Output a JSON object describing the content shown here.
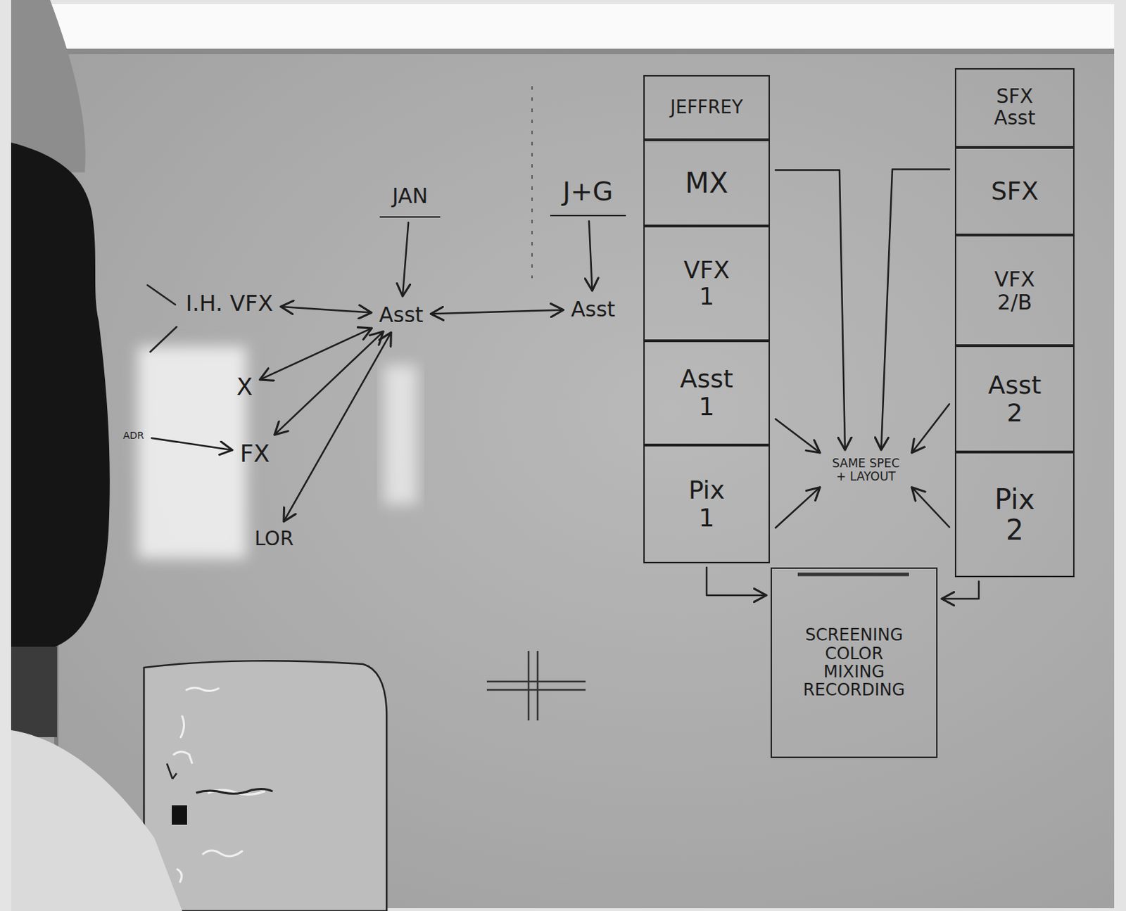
{
  "diagram": {
    "nodes": [
      {
        "text": [
          "JAN"
        ]
      },
      {
        "text": [
          "J+G"
        ]
      },
      {
        "text": [
          "I.H. VFX"
        ]
      },
      {
        "text": [
          "Asst"
        ]
      },
      {
        "text": [
          "Asst"
        ]
      },
      {
        "text": [
          "ADR"
        ]
      },
      {
        "text": [
          "X"
        ]
      },
      {
        "text": [
          "FX"
        ]
      },
      {
        "text": [
          "LOR"
        ]
      },
      {
        "text": [
          "JEFFREY"
        ]
      },
      {
        "text": [
          "MX"
        ]
      },
      {
        "text": [
          "VFX 1"
        ]
      },
      {
        "text": [
          "Asst 1"
        ]
      },
      {
        "text": [
          "Pix 1"
        ]
      },
      {
        "text": [
          "SFX Asst"
        ]
      },
      {
        "text": [
          "SFX"
        ]
      },
      {
        "text": [
          "VFX 2/B"
        ]
      },
      {
        "text": [
          "Asst 2"
        ]
      },
      {
        "text": [
          "Pix 2"
        ]
      },
      {
        "text": [
          "SAME SPEC + LAYOUT"
        ]
      },
      {
        "text": [
          "SCREENING COLOR MIXING RECORDING"
        ]
      }
    ],
    "edges": [
      {
        "from": 0,
        "to": 3,
        "arrow": "to"
      },
      {
        "from": 1,
        "to": 4,
        "arrow": "to"
      },
      {
        "from": 2,
        "to": 3,
        "arrow": "both"
      },
      {
        "from": 3,
        "to": 4,
        "arrow": "both"
      },
      {
        "from": 3,
        "to": 6,
        "arrow": "both"
      },
      {
        "from": 3,
        "to": 7,
        "arrow": "both"
      },
      {
        "from": 3,
        "to": 8,
        "arrow": "both"
      },
      {
        "from": 5,
        "to": 7,
        "arrow": "to"
      },
      {
        "from": 10,
        "to": 19,
        "arrow": "to"
      },
      {
        "from": 15,
        "to": 19,
        "arrow": "to"
      },
      {
        "from": 12,
        "to": 19,
        "arrow": "to"
      },
      {
        "from": 17,
        "to": 19,
        "arrow": "to"
      },
      {
        "from": 13,
        "to": 19,
        "arrow": "to"
      },
      {
        "from": 18,
        "to": 19,
        "arrow": "to"
      },
      {
        "from": 13,
        "to": 20,
        "arrow": "to"
      },
      {
        "from": 18,
        "to": 20,
        "arrow": "to"
      }
    ]
  }
}
